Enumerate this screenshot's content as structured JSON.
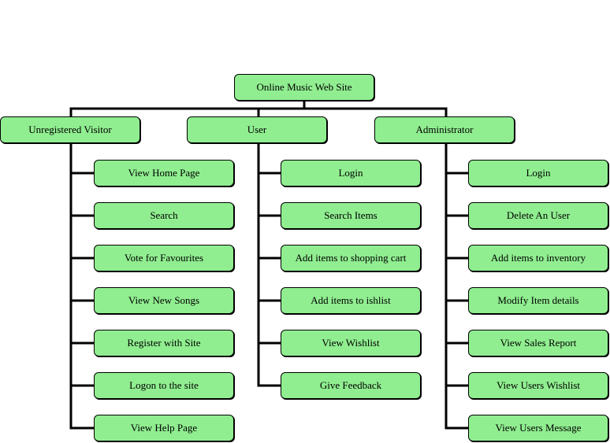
{
  "colors": {
    "node_fill": "#90ee90",
    "node_border": "#000000",
    "connector": "#000000"
  },
  "root": {
    "label": "Online Music Web Site"
  },
  "categories": [
    {
      "label": "Unregistered Visitor",
      "items": [
        "View Home Page",
        "Search",
        "Vote for Favourites",
        "View New Songs",
        "Register with Site",
        "Logon to the site",
        "View Help Page"
      ]
    },
    {
      "label": "User",
      "items": [
        "Login",
        "Search Items",
        "Add items to shopping cart",
        "Add items to ishlist",
        "View Wishlist",
        "Give Feedback"
      ]
    },
    {
      "label": "Administrator",
      "items": [
        "Login",
        "Delete An User",
        "Add items to inventory",
        "Modify Item details",
        "View Sales Report",
        "View Users Wishlist",
        "View Users Message"
      ]
    }
  ]
}
